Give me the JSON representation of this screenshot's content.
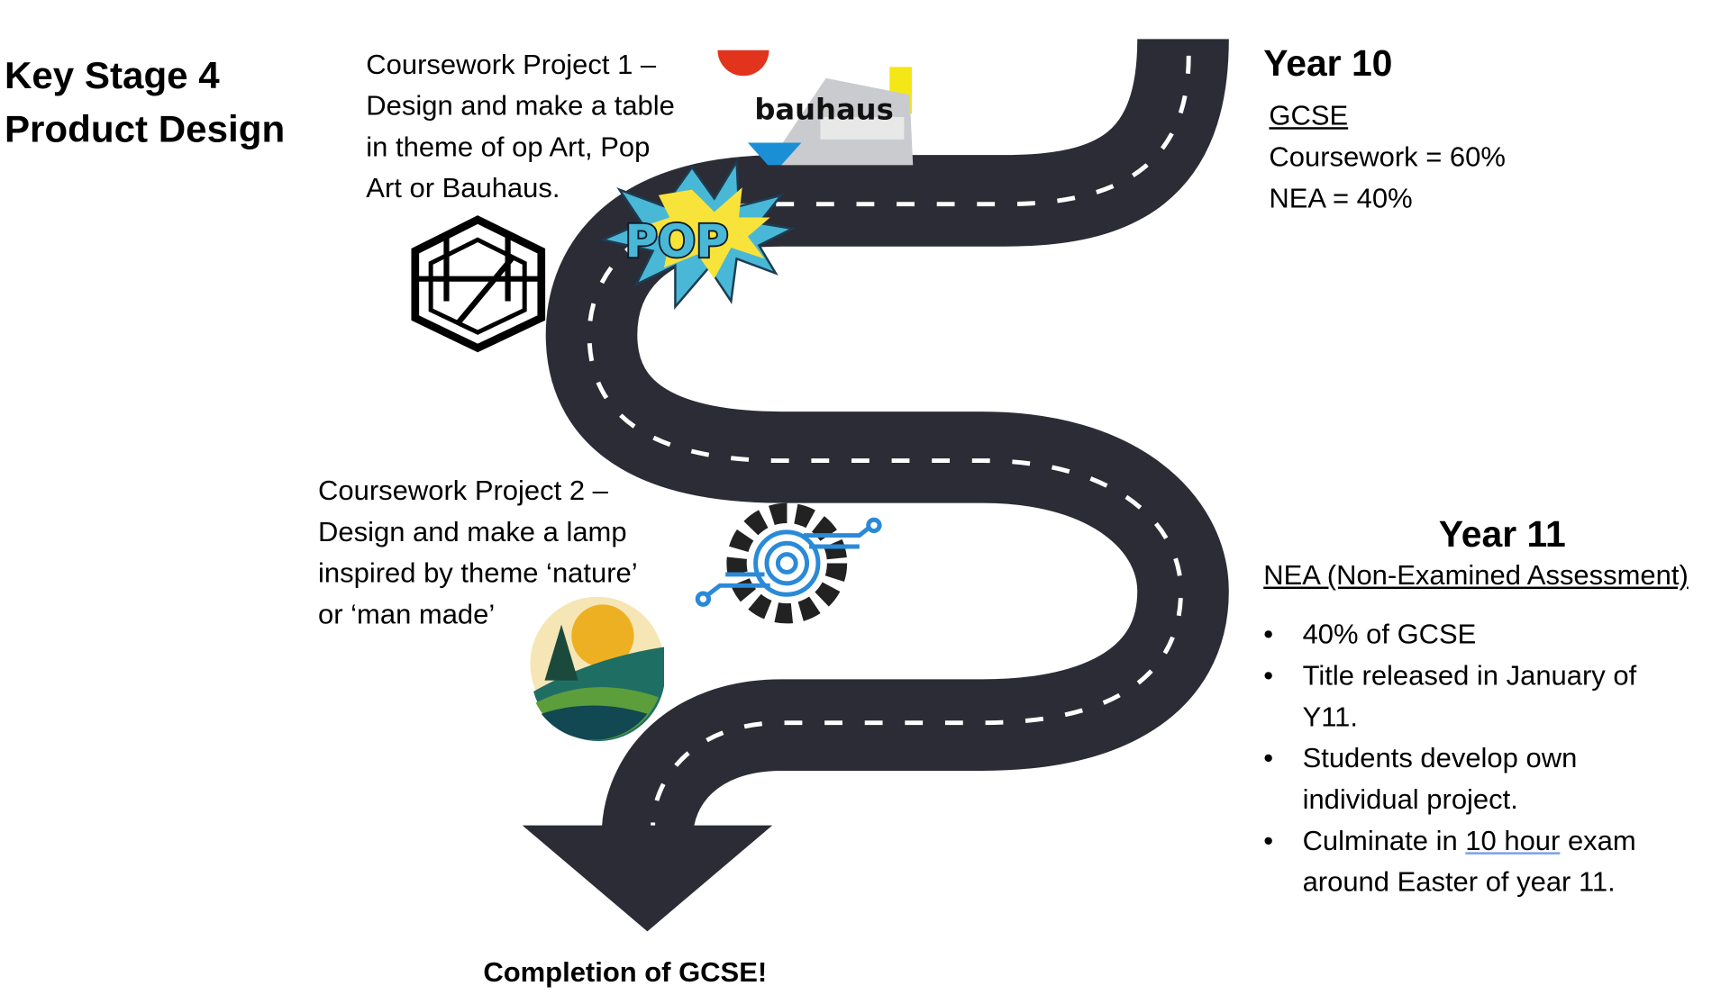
{
  "heading": {
    "line1": "Key Stage 4",
    "line2": "Product Design"
  },
  "project1": {
    "lines": [
      "Coursework Project 1 –",
      "Design and make a table",
      "in theme of op Art, Pop",
      "Art or Bauhaus."
    ]
  },
  "project2": {
    "lines": [
      "Coursework Project 2 –",
      "Design and make a lamp",
      "inspired by theme ‘nature’",
      "or  ‘man made’"
    ]
  },
  "year10": {
    "title": "Year 10",
    "subtitle": "GCSE",
    "lines": [
      "Coursework = 60%",
      "NEA = 40%"
    ]
  },
  "year11": {
    "title": "Year 11",
    "subtitle": "NEA (Non-Examined Assessment)",
    "bullets": [
      {
        "text": "40% of GCSE"
      },
      {
        "text": "Title released in January of Y11."
      },
      {
        "text": "Students develop own individual project."
      },
      {
        "pre": "Culminate in ",
        "link": "10 hour",
        "post": " exam around Easter of year 11."
      }
    ],
    "bullet_char": "•"
  },
  "completion": "Completion of GCSE!",
  "logos": {
    "bauhaus": "bauhaus",
    "pop": "POP"
  },
  "colors": {
    "road": "#2b2c35",
    "lane": "#ffffff",
    "bauhaus_red": "#e2341d",
    "bauhaus_yellow": "#f5e617",
    "bauhaus_blue": "#1a8fd6",
    "pop_cyan": "#49b8d6",
    "pop_yellow": "#f7e33a",
    "circuit_blue": "#2a8ad8"
  }
}
